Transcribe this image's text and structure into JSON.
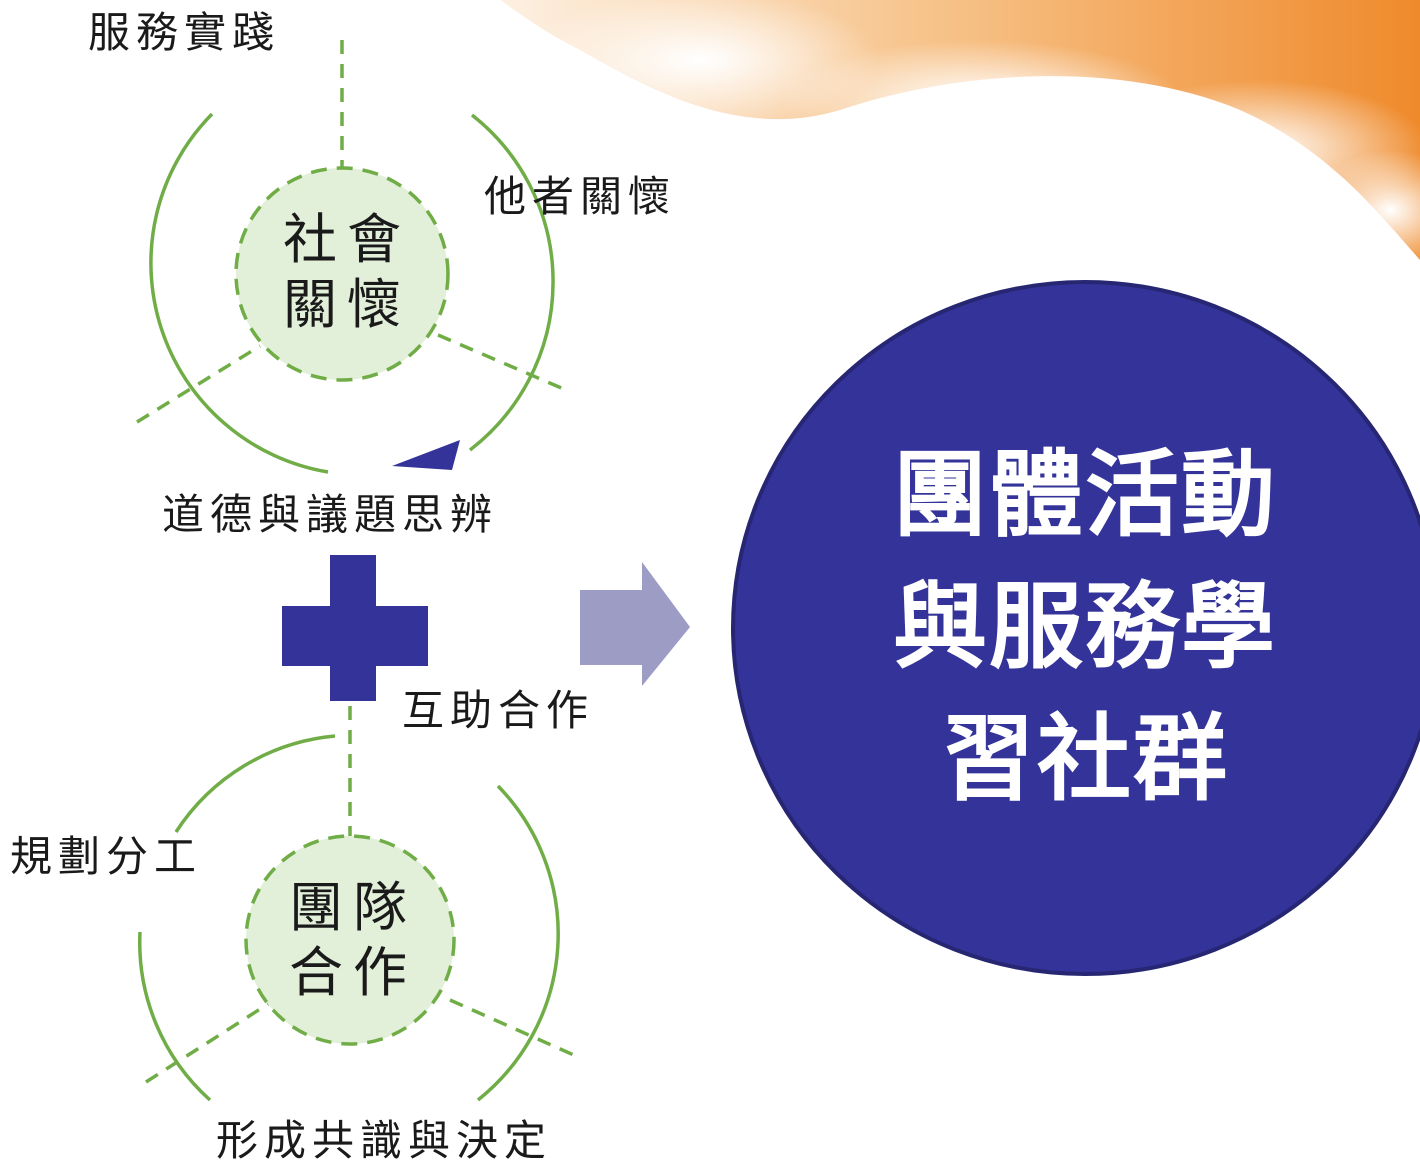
{
  "social_care": {
    "core_line1": "社會",
    "core_line2": "關懷",
    "spoke_top": "服務實踐",
    "spoke_right": "他者關懷",
    "spoke_bottom": "道德與議題思辨"
  },
  "teamwork": {
    "core_line1": "團隊",
    "core_line2": "合作",
    "spoke_top": "互助合作",
    "spoke_left": "規劃分工",
    "spoke_bottom": "形成共識與決定"
  },
  "result": {
    "line1": "團體活動",
    "line2": "與服務學",
    "line3": "習社群"
  },
  "colors": {
    "navy": "#333399",
    "green": "#70ad47",
    "core_fill": "#e2efd9",
    "arrow": "#9c9cc4"
  }
}
